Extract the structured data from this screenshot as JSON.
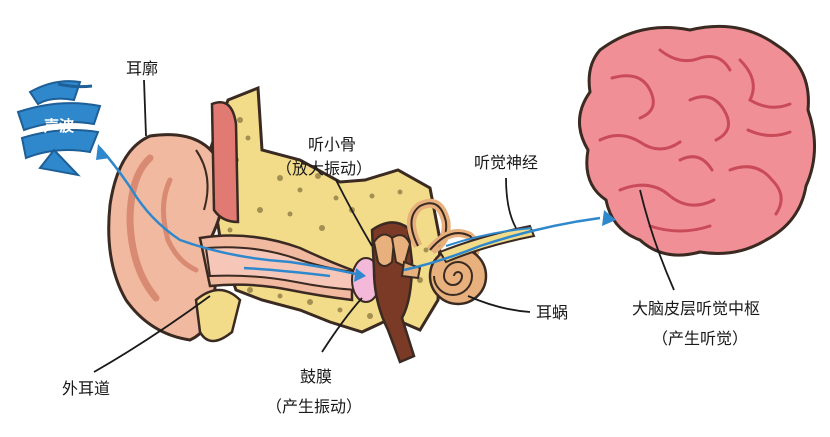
{
  "labels": {
    "sound_wave": "声波",
    "auricle": "耳廓",
    "ossicles": "听小骨",
    "ossicles_note": "（放大振动）",
    "auditory_nerve": "听觉神经",
    "cochlea": "耳蜗",
    "ear_canal": "外耳道",
    "eardrum": "鼓膜",
    "eardrum_note": "（产生振动）",
    "cortex": "大脑皮层听觉中枢",
    "cortex_note": "（产生听觉）"
  },
  "colors": {
    "outline": "#3a2a22",
    "skin": "#f1b9a0",
    "skin_dark": "#d98a72",
    "bone": "#f2dc8a",
    "bone_spot": "#8a7640",
    "canal": "#f6c7b8",
    "eardrum": "#f4b8d8",
    "ossicle": "#e7b07c",
    "nerve": "#7a3a26",
    "brain": "#f08f96",
    "brain_fold": "#c94a58",
    "wave": "#2f88cc",
    "arrow": "#2f88cc"
  }
}
